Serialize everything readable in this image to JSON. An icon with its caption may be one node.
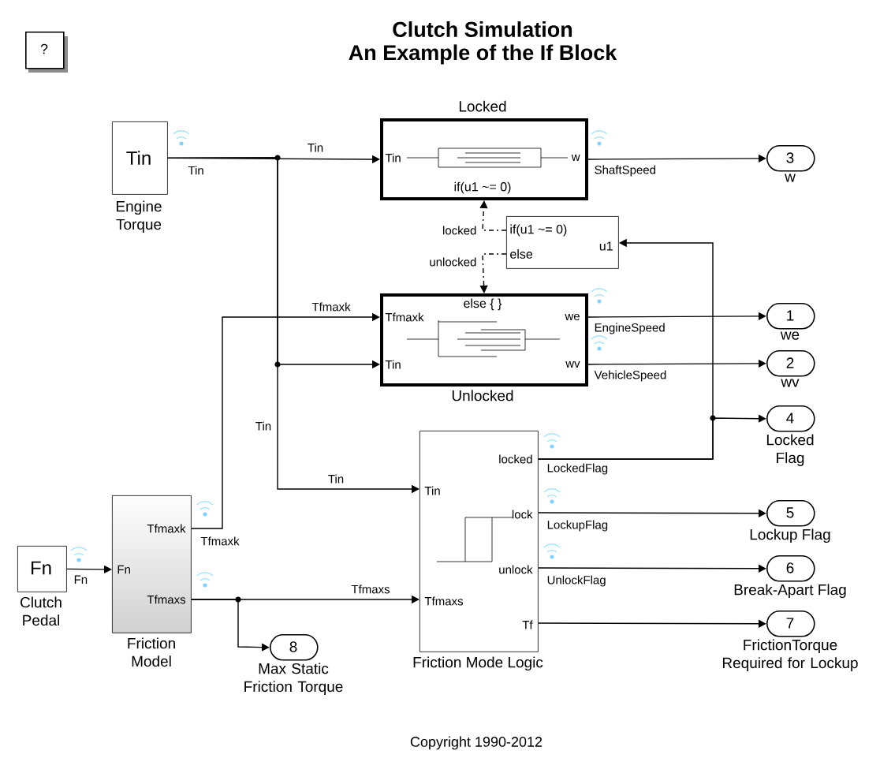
{
  "diagram": {
    "title": "Clutch Simulation",
    "caption": "Copyright 1990-2012",
    "nodes": [
      {
        "text": [
          "?"
        ]
      },
      {
        "text": [
          "Tin"
        ],
        "beside": [
          "Engine Torque"
        ]
      },
      {
        "text": [
          "Tin",
          "w",
          "if(u1 ~= 0)"
        ],
        "beside": [
          "Locked"
        ]
      },
      {
        "text": [
          "if(u1 ~= 0)",
          "else",
          "u1"
        ]
      },
      {
        "text": [
          "else { }",
          "Tfmaxk",
          "Tin",
          "we",
          "wv"
        ],
        "beside": [
          "Unlocked"
        ]
      },
      {
        "text": [
          "Fn"
        ],
        "beside": [
          "Clutch Pedal"
        ]
      },
      {
        "text": [
          "Fn",
          "Tfmaxk",
          "Tfmaxs"
        ],
        "beside": [
          "Friction Model"
        ]
      },
      {
        "text": [
          "locked",
          "Tin",
          "lock",
          "unlock",
          "Tfmaxs",
          "Tf"
        ],
        "beside": [
          "Friction Mode Logic"
        ]
      },
      {
        "text": [
          "3"
        ],
        "beside": [
          "w"
        ]
      },
      {
        "text": [
          "1"
        ],
        "beside": [
          "we"
        ]
      },
      {
        "text": [
          "2"
        ],
        "beside": [
          "wv"
        ]
      },
      {
        "text": [
          "4"
        ],
        "beside": [
          "Locked Flag"
        ]
      },
      {
        "text": [
          "5"
        ],
        "beside": [
          "Lockup Flag"
        ]
      },
      {
        "text": [
          "6"
        ],
        "beside": [
          "Break-Apart Flag"
        ]
      },
      {
        "text": [
          "7"
        ],
        "beside": [
          "FrictionTorque Required for Lockup"
        ]
      },
      {
        "text": [
          "8"
        ],
        "beside": [
          "Max Static Friction Torque"
        ]
      }
    ],
    "edges": [
      {
        "from": 1,
        "to": 2,
        "arrow": "to",
        "label": "Tin"
      },
      {
        "from": 1,
        "to": 4,
        "arrow": "to"
      },
      {
        "from": 1,
        "to": 7,
        "arrow": "to",
        "label": "Tin"
      },
      {
        "from": 3,
        "to": 2,
        "arrow": "to",
        "label": "locked",
        "style": "dashed"
      },
      {
        "from": 3,
        "to": 4,
        "arrow": "to",
        "label": "unlocked",
        "style": "dashed"
      },
      {
        "from": 2,
        "to": 8,
        "arrow": "to",
        "label": "ShaftSpeed"
      },
      {
        "from": 4,
        "to": 9,
        "arrow": "to",
        "label": "EngineSpeed"
      },
      {
        "from": 4,
        "to": 10,
        "arrow": "to",
        "label": "VehicleSpeed"
      },
      {
        "from": 7,
        "to": 11,
        "arrow": "to",
        "label": "LockedFlag"
      },
      {
        "from": 7,
        "to": 3,
        "arrow": "to"
      },
      {
        "from": 7,
        "to": 12,
        "arrow": "to",
        "label": "LockupFlag"
      },
      {
        "from": 7,
        "to": 13,
        "arrow": "to",
        "label": "UnlockFlag"
      },
      {
        "from": 7,
        "to": 14,
        "arrow": "to"
      },
      {
        "from": 5,
        "to": 6,
        "arrow": "to",
        "label": "Fn"
      },
      {
        "from": 6,
        "to": 4,
        "arrow": "to",
        "label": "Tfmaxk"
      },
      {
        "from": 6,
        "to": 7,
        "arrow": "to",
        "label": "Tfmaxs"
      },
      {
        "from": 6,
        "to": 15,
        "arrow": "to"
      }
    ],
    "labels": [
      "An Example of the If Block",
      "Tin",
      "Tin",
      "Tfmaxk"
    ]
  }
}
